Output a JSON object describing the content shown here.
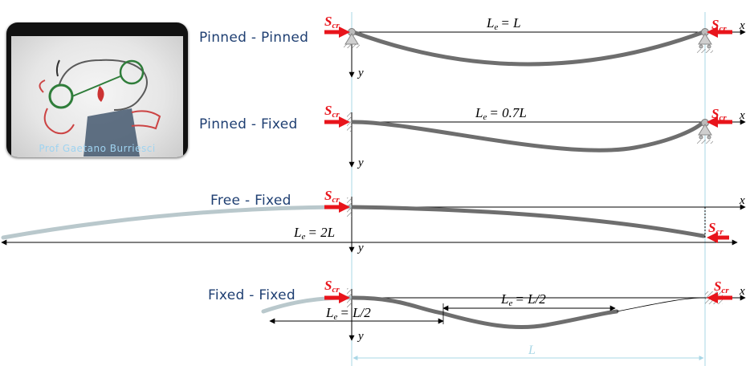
{
  "thumbnail": {
    "caption": "Prof Gaetano Burriesci"
  },
  "force_symbol": {
    "base": "S",
    "sub": "cr"
  },
  "axes": {
    "x": "x",
    "y": "y"
  },
  "span_label": "L",
  "cases": [
    {
      "label": "Pinned - Pinned",
      "le_lhs": "L",
      "le_sub": "e",
      "le_rhs": "= L"
    },
    {
      "label": "Pinned - Fixed",
      "le_lhs": "L",
      "le_sub": "e",
      "le_rhs": "= 0.7L"
    },
    {
      "label": "Free - Fixed",
      "le_lhs": "L",
      "le_sub": "e",
      "le_rhs": "= 2L"
    },
    {
      "label": "Fixed - Fixed",
      "le_lhs": "L",
      "le_sub": "e",
      "le_rhs": "= L/2",
      "le2_rhs": "= L/2"
    }
  ],
  "colors": {
    "force": "#e8141b",
    "beam": "#6e6e6e",
    "ghost": "#b9c8cc",
    "guide": "#a9d7e6",
    "label": "#1f3f72"
  }
}
